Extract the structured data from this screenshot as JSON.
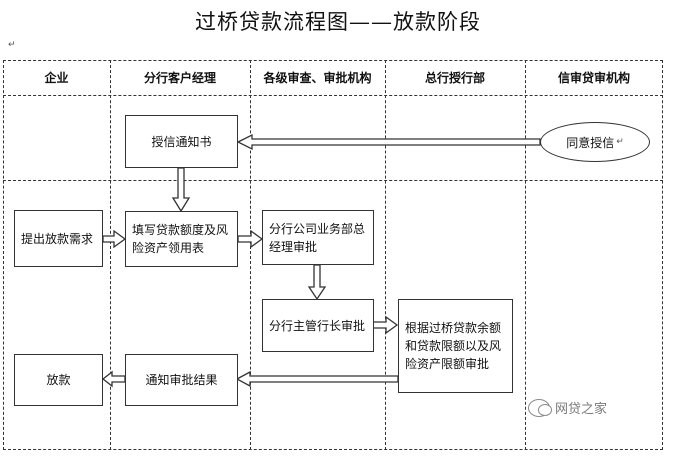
{
  "title": "过桥贷款流程图——放款阶段",
  "watermark": "网贷之家",
  "lanes": [
    "企业",
    "分行客户经理",
    "各级审查、审批机构",
    "总行授行部",
    "信审贷审机构"
  ],
  "nodes": {
    "agree_credit": "同意授信",
    "credit_notice": "授信通知书",
    "loan_request": "提出放款需求",
    "fill_form": "填写贷款额度及风险资产领用表",
    "branch_biz_mgr": "分行公司业务部总经理审批",
    "branch_vp": "分行主管行长审批",
    "hq_limit": "根据过桥贷款余额和贷款限额以及风险资产限额审批",
    "notify_result": "通知审批结果",
    "disburse": "放款"
  },
  "colors": {
    "line": "#333333",
    "watermark": "#7a7a7a"
  }
}
